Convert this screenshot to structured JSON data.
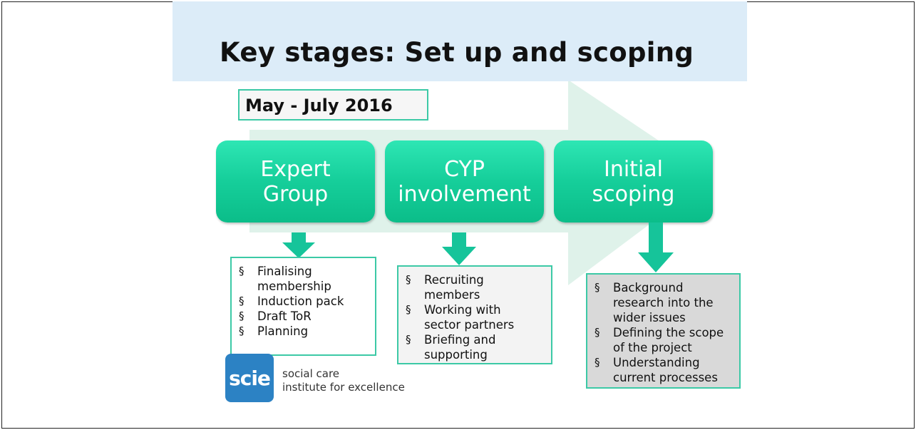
{
  "slide": {
    "title": "Key stages: Set up and scoping",
    "date_range": "May - July 2016"
  },
  "stages": [
    {
      "label": "Expert\nGroup",
      "items": [
        "Finalising\nmembership",
        "Induction pack",
        "Draft ToR",
        "Planning"
      ]
    },
    {
      "label": "CYP\ninvolvement",
      "items": [
        "Recruiting\nmembers",
        "Working with\nsector partners",
        "Briefing and\nsupporting"
      ]
    },
    {
      "label": "Initial\nscoping",
      "items": [
        "Background\nresearch into the\nwider issues",
        "Defining the scope\nof the project",
        "Understanding\ncurrent processes"
      ]
    }
  ],
  "bullet_glyph": "§",
  "logo": {
    "mark": "scie",
    "line1": "social care",
    "line2": "institute for excellence"
  },
  "colors": {
    "title_band": "#dcecf8",
    "stage_box": "#16cf9b",
    "accent_border": "#3cc9a6",
    "big_arrow": "#dff2ea",
    "logo_blue": "#2c82c4"
  }
}
